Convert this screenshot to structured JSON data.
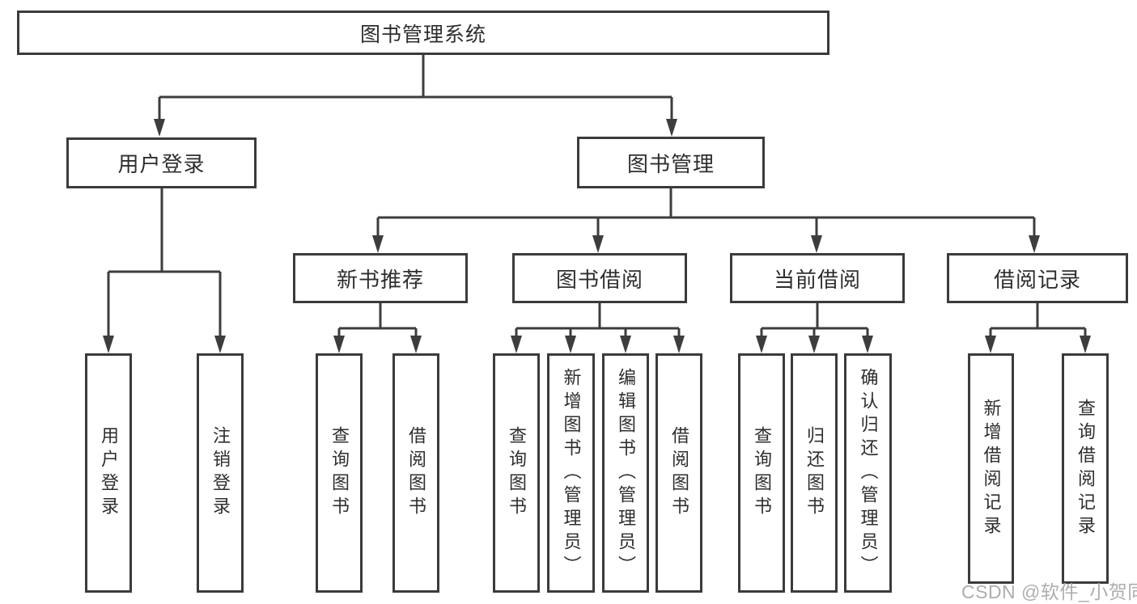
{
  "diagram": {
    "root": "图书管理系统",
    "level2": {
      "user_login": "用户登录",
      "book_mgmt": "图书管理"
    },
    "level3": {
      "new_book_rec": "新书推荐",
      "book_borrow": "图书借阅",
      "current_borrow": "当前借阅",
      "borrow_record": "借阅记录"
    },
    "leaves": {
      "user_login": "用户登录",
      "logout": "注销登录",
      "query_book_rec": "查询图书",
      "borrow_book_rec": "借阅图书",
      "query_book_borrow": "查询图书",
      "add_book": "新增图书（管理员）",
      "edit_book": "编辑图书（管理员）",
      "borrow_book": "借阅图书",
      "query_book_current": "查询图书",
      "return_book": "归还图书",
      "confirm_return": "确认归还（管理员）",
      "add_borrow_record": "新增借阅记录",
      "query_borrow_record": "查询借阅记录"
    }
  },
  "watermark": "CSDN @软件_小贺同学",
  "colors": {
    "line": "#3d3d3d",
    "border": "#3b3b3b",
    "text": "#2e2e2e",
    "watermark": "#adadad",
    "background": "#ffffff"
  }
}
